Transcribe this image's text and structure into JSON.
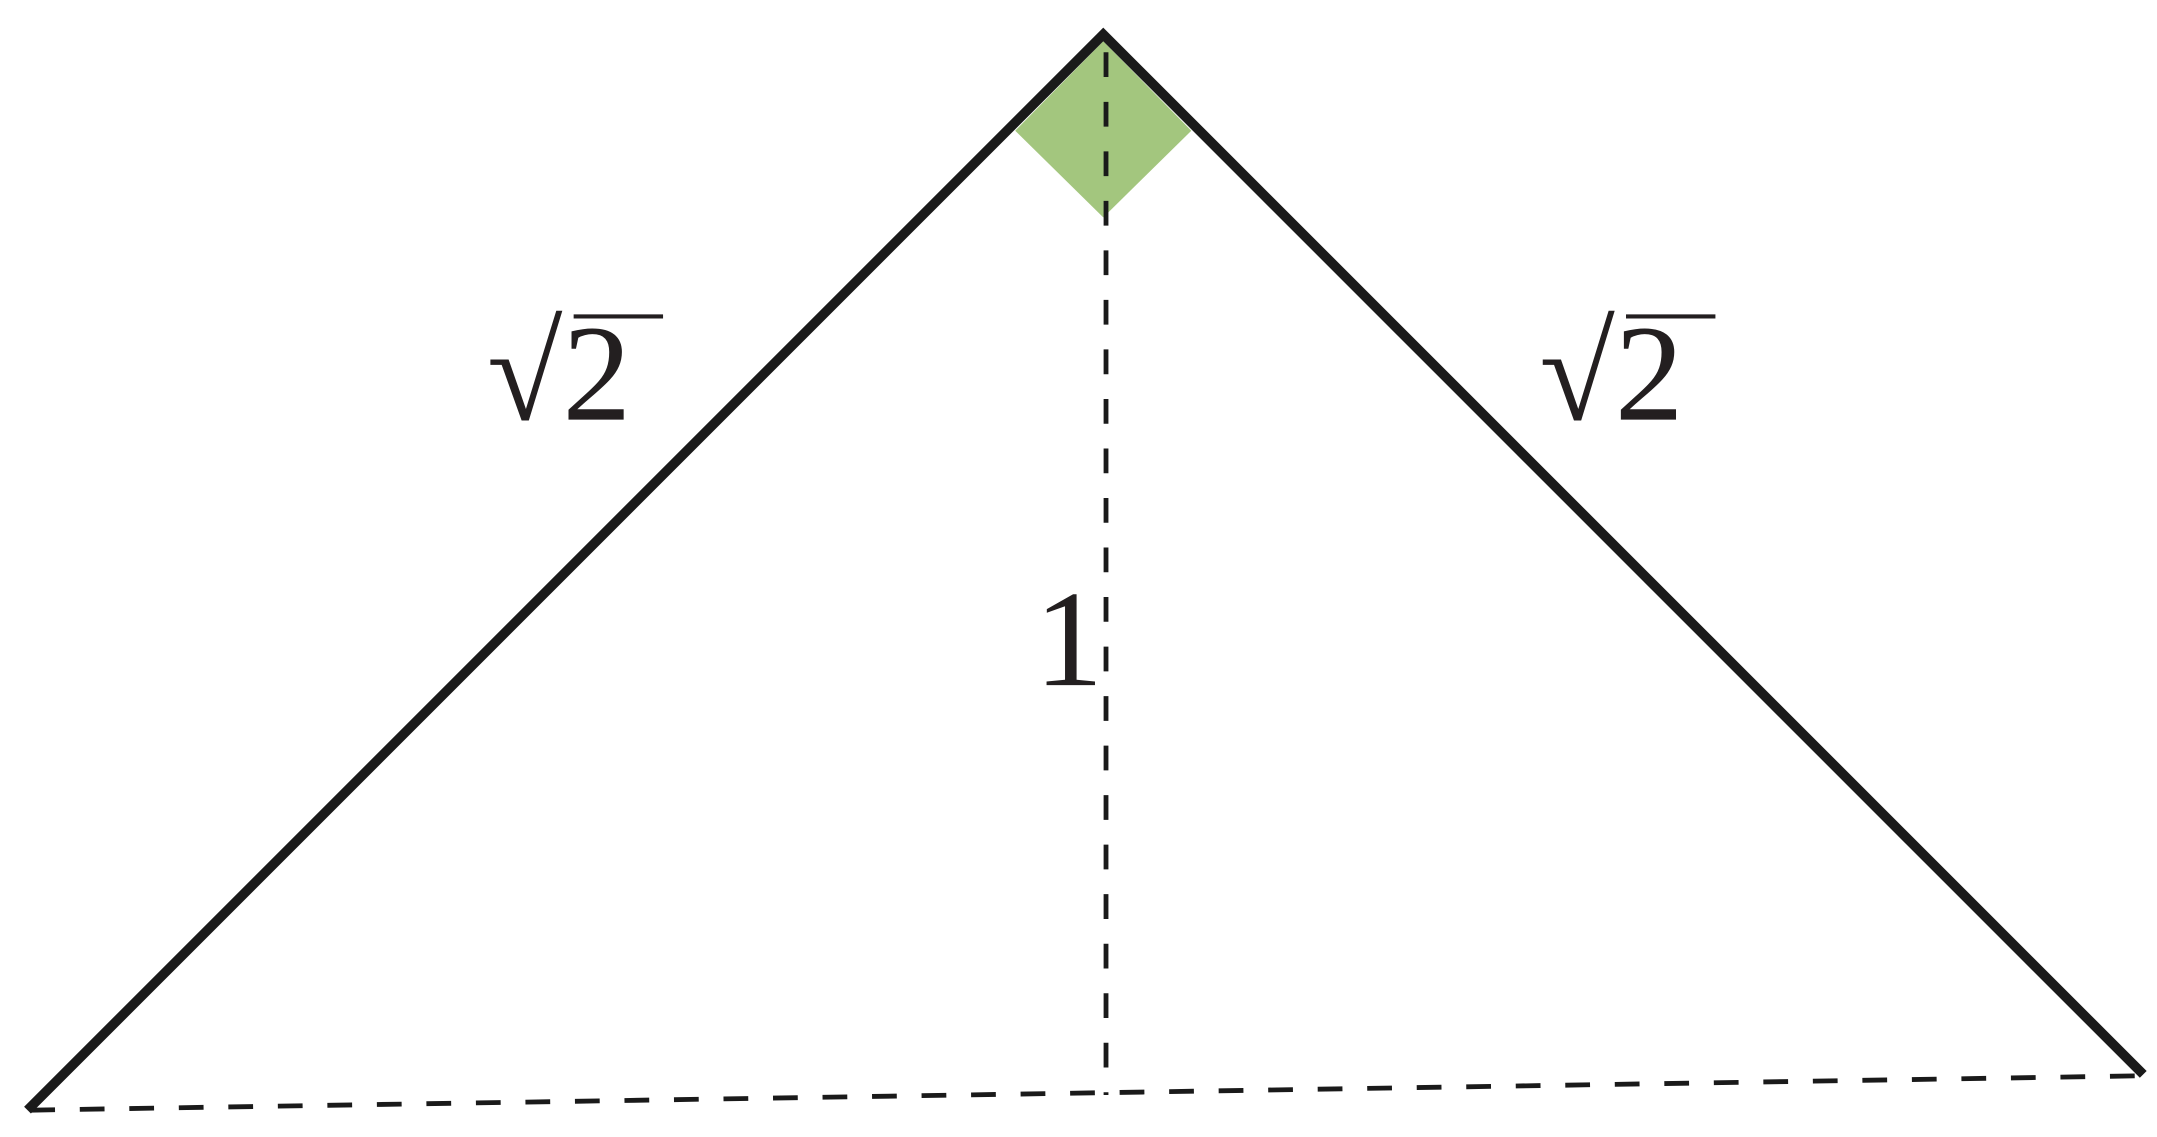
{
  "diagram": {
    "left_side_label": "√2",
    "right_side_label": "√2",
    "height_label": "1",
    "colors": {
      "stroke": "#1a1a1a",
      "right_angle_fill": "#a3c67e",
      "background": "#ffffff"
    }
  }
}
